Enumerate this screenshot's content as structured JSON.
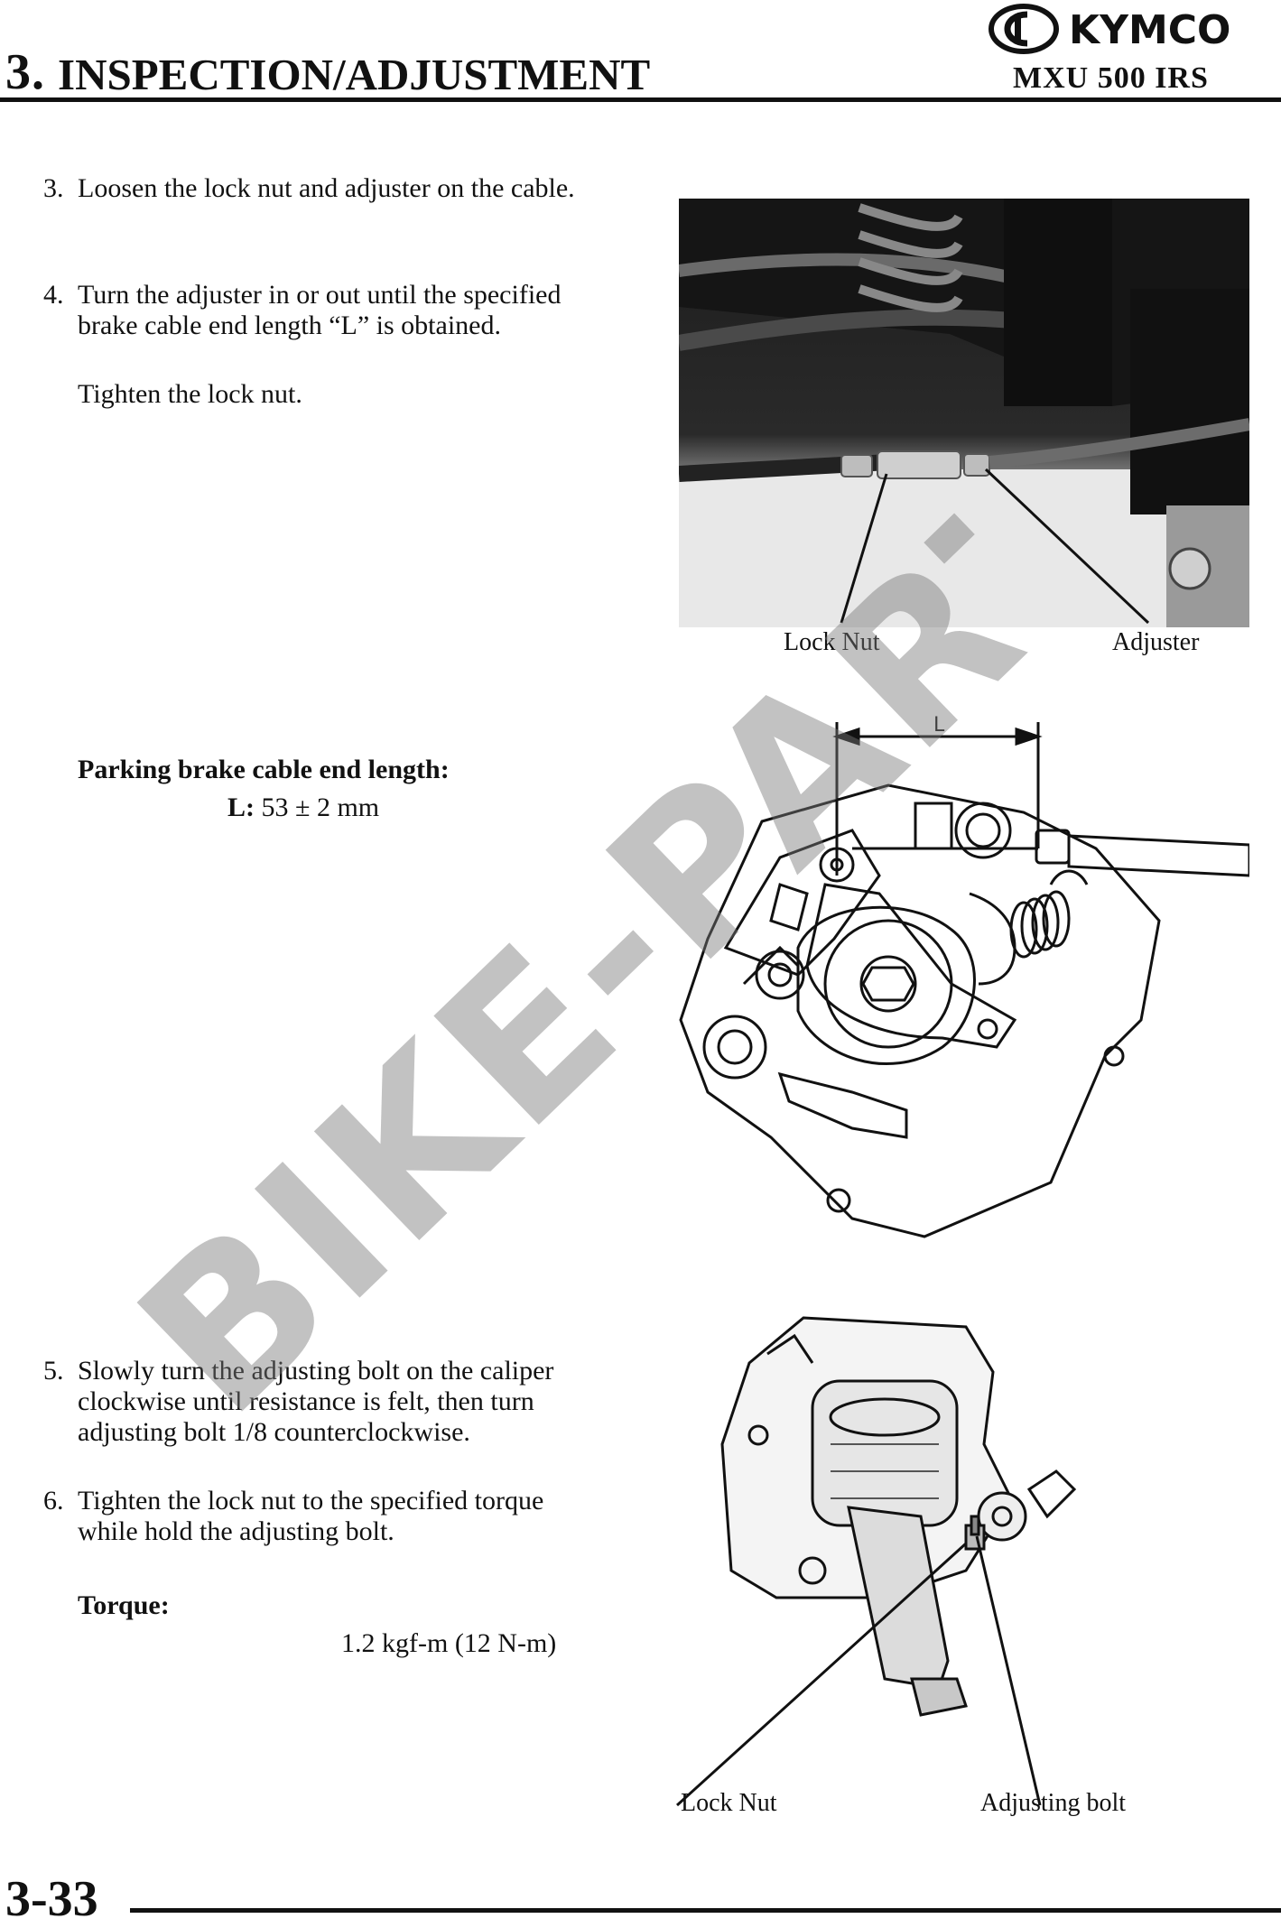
{
  "header": {
    "section_number": "3.",
    "section_title": "INSPECTION/ADJUSTMENT",
    "brand": "KYMCO",
    "model": "MXU 500 IRS"
  },
  "steps": [
    {
      "num": "3.",
      "text": "Loosen the lock nut and adjuster on the cable."
    },
    {
      "num": "4.",
      "text": "Turn the adjuster in or out until the specified brake cable end length “L” is obtained."
    },
    {
      "num": "",
      "text": "Tighten the lock nut."
    }
  ],
  "spec": {
    "title": "Parking brake cable end length:",
    "label": "L:",
    "value": "53 ± 2 mm"
  },
  "steps2": [
    {
      "num": "5.",
      "text": "Slowly turn the adjusting bolt on the caliper clockwise until resistance is felt, then turn adjusting bolt 1/8 counterclockwise."
    },
    {
      "num": "6.",
      "text": "Tighten the lock nut to the specified torque while hold the adjusting bolt."
    }
  ],
  "torque": {
    "title": "Torque:",
    "value": "1.2 kgf-m (12 N-m)"
  },
  "figure1": {
    "label_a": "Lock Nut",
    "label_b": "Adjuster"
  },
  "figure2": {
    "dimension_label": "L"
  },
  "figure3": {
    "label_a": "Lock Nut",
    "label_b": "Adjusting bolt"
  },
  "watermark": "BIKE-PARTS",
  "footer": {
    "page": "3-33"
  }
}
